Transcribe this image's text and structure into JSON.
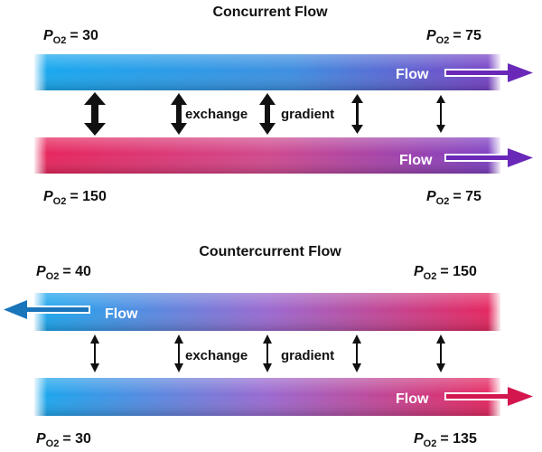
{
  "concurrent": {
    "title": "Concurrent Flow",
    "po2_symbol": "P",
    "po2_subscript": "O2",
    "top_left": "= 30",
    "top_right": "= 75",
    "bottom_left": "= 150",
    "bottom_right": "= 75",
    "flow_top": "Flow",
    "flow_bottom": "Flow",
    "exchange": "exchange",
    "gradient": "gradient"
  },
  "countercurrent": {
    "title": "Countercurrent Flow",
    "po2_symbol": "P",
    "po2_subscript": "O2",
    "top_left": "= 40",
    "top_right": "= 150",
    "bottom_left": "= 30",
    "bottom_right": "= 135",
    "flow_top": "Flow",
    "flow_bottom": "Flow",
    "exchange": "exchange",
    "gradient": "gradient"
  },
  "colors": {
    "blue": "#1aa7ec",
    "pink": "#e8245a",
    "purple": "#6a28b8",
    "arrow_blue": "#1b75bb",
    "arrow_pink": "#d4164e",
    "arrow_dark": "#111111"
  }
}
